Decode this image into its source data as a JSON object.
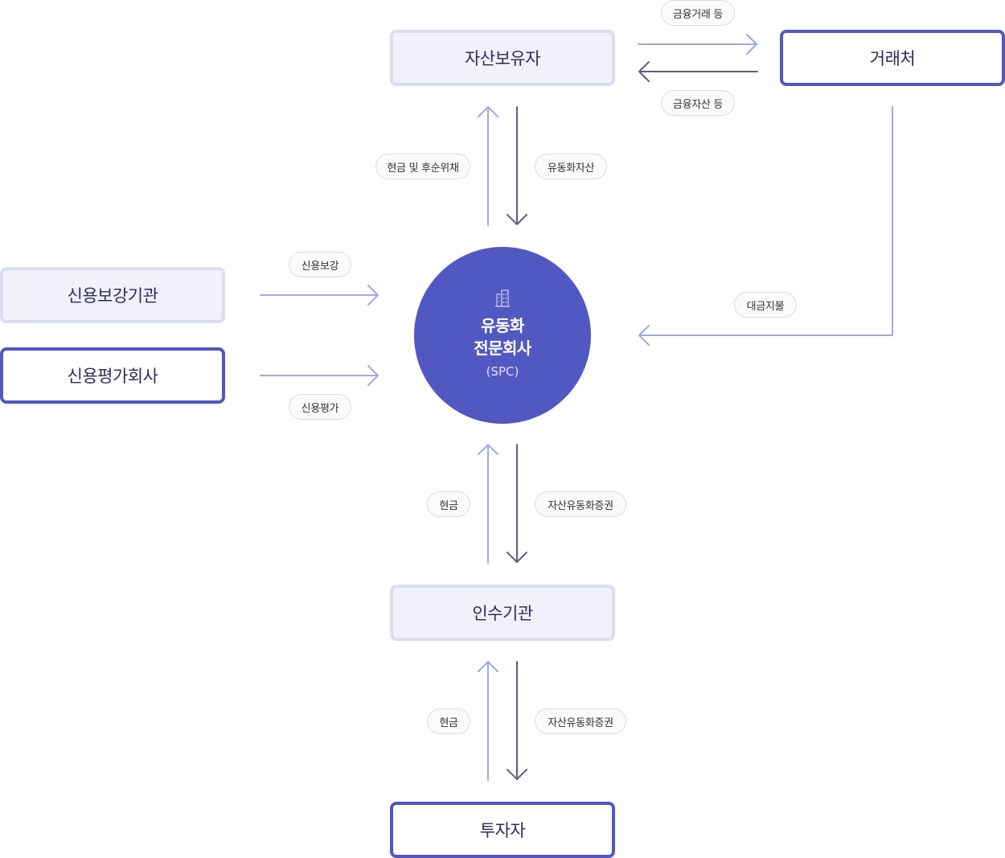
{
  "nodes": {
    "asset_holder": "자산보유자",
    "counterparty": "거래처",
    "credit_enhancer": "신용보강기관",
    "rating_agency": "신용평가회사",
    "spc_line1": "유동화",
    "spc_line2": "전문회사",
    "spc_line3": "(SPC)",
    "underwriter": "인수기관",
    "investor": "투자자"
  },
  "labels": {
    "financial_transaction": "금융거래 등",
    "financial_assets": "금융자산 등",
    "cash_and_bonds": "현금 및 후순위채",
    "securitized_assets": "유동화자산",
    "credit_enhancement": "신용보강",
    "credit_rating": "신용평가",
    "payment": "대금지불",
    "cash_1": "현금",
    "abs_1": "자산유동화증권",
    "cash_2": "현금",
    "abs_2": "자산유동화증권"
  },
  "colors": {
    "light_arrow": "#a4a7e0",
    "dark_arrow": "#5d5f85",
    "accent": "#5158c2",
    "light_box_fill": "#f1f1fb",
    "light_box_border": "#dcdcf2"
  },
  "icons": {
    "spc_icon": "building-icon"
  }
}
